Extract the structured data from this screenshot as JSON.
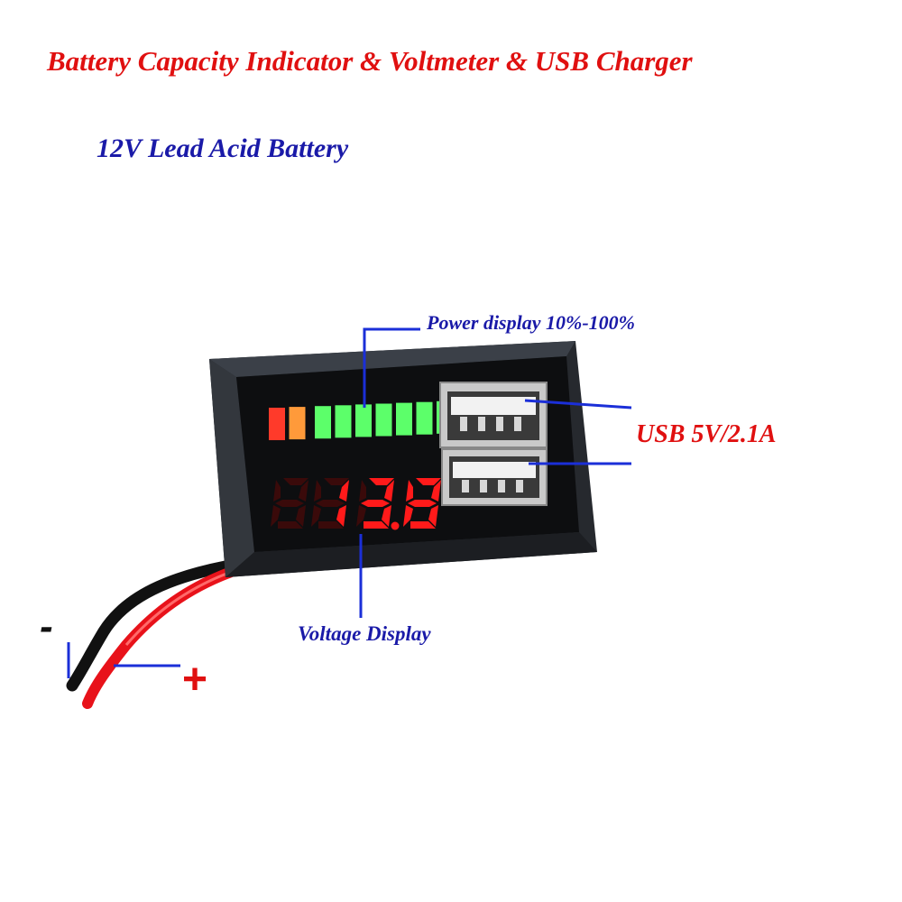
{
  "header": {
    "title": "Battery Capacity Indicator & Voltmeter & USB Charger",
    "subtitle": "12V Lead Acid Battery"
  },
  "callouts": {
    "power_display": "Power display 10%-100%",
    "usb_rating": "USB 5V/2.1A",
    "voltage_display": "Voltage Display",
    "negative_terminal": "-",
    "positive_terminal": "+"
  },
  "display": {
    "voltage_reading": "13.8",
    "capacity_bar": {
      "total_segments": 9,
      "lit_colors": [
        "red",
        "orange",
        "green",
        "green",
        "green",
        "green",
        "green",
        "green",
        "green"
      ]
    }
  },
  "colors": {
    "title": "#e01010",
    "subtitle": "#1a1aa8",
    "callout": "#1a1aa8",
    "usb_label": "#e01010",
    "plus": "#e01010",
    "minus": "#111111",
    "lead_line": "#1b2fd8",
    "segment_lit": "#ff1a1a",
    "segment_dim": "#3a0a0a"
  }
}
